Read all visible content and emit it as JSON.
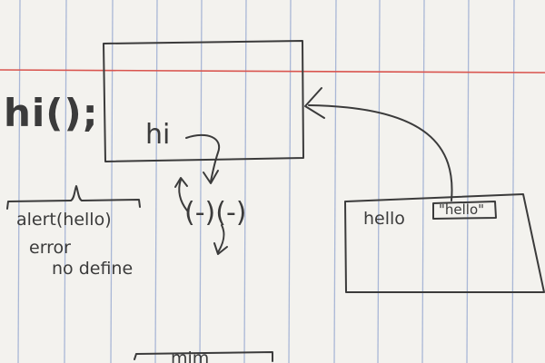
{
  "notebook": {
    "call_text": "hi();",
    "function_box_label": "hi",
    "tail_marks": "(-)(-)",
    "alert_line": "alert(hello)",
    "error_line": "error",
    "not_defined_line": "no define",
    "variable_name": "hello",
    "variable_value": "\"hello\"",
    "bottom_scribble": "mim"
  },
  "colors": {
    "paper": "#f3f2ee",
    "rule_blue": "#a9b7d6",
    "margin_red": "#d9554f",
    "pencil": "#3b3b3b"
  }
}
